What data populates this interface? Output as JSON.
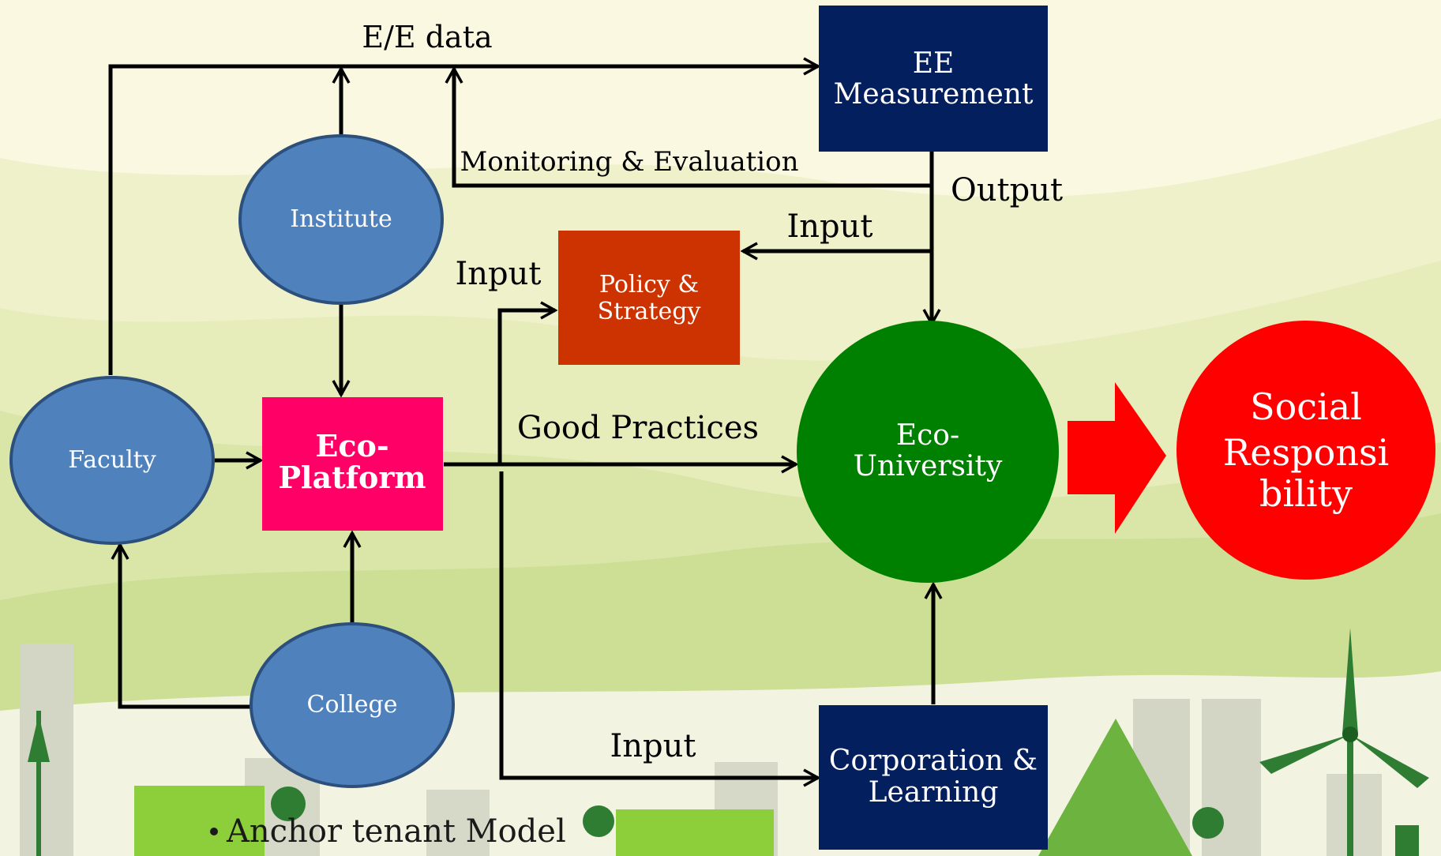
{
  "edge_labels": {
    "ee_data": "E/E data",
    "monitoring": "Monitoring & Evaluation",
    "output": "Output",
    "input_policy_top": "Input",
    "input_policy_left": "Input",
    "good_practices": "Good Practices",
    "input_corporation": "Input"
  },
  "nodes": {
    "ee_measurement": {
      "line1": "EE",
      "line2": "Measurement"
    },
    "institute": {
      "label": "Institute"
    },
    "policy": {
      "line1": "Policy &",
      "line2": "Strategy"
    },
    "faculty": {
      "label": "Faculty"
    },
    "eco_platform": {
      "line1": "Eco-",
      "line2": "Platform"
    },
    "eco_university": {
      "line1": "Eco-",
      "line2": "University"
    },
    "social": {
      "line1": "Social",
      "line2": "Responsi",
      "line3": "bility"
    },
    "college": {
      "label": "College"
    },
    "corporation": {
      "line1": "Corporation &",
      "line2": "Learning"
    }
  },
  "bullet": {
    "text": "Anchor tenant Model"
  },
  "colors": {
    "dark_blue": "#041f5e",
    "ellipse_blue": "#4f81bd",
    "ellipse_border": "#2c4f7c",
    "policy_red": "#cc3300",
    "eco_platform_pink": "#ff0066",
    "eco_university_green": "#008000",
    "social_red": "#ff0000",
    "arrow_red": "#ff0000"
  }
}
